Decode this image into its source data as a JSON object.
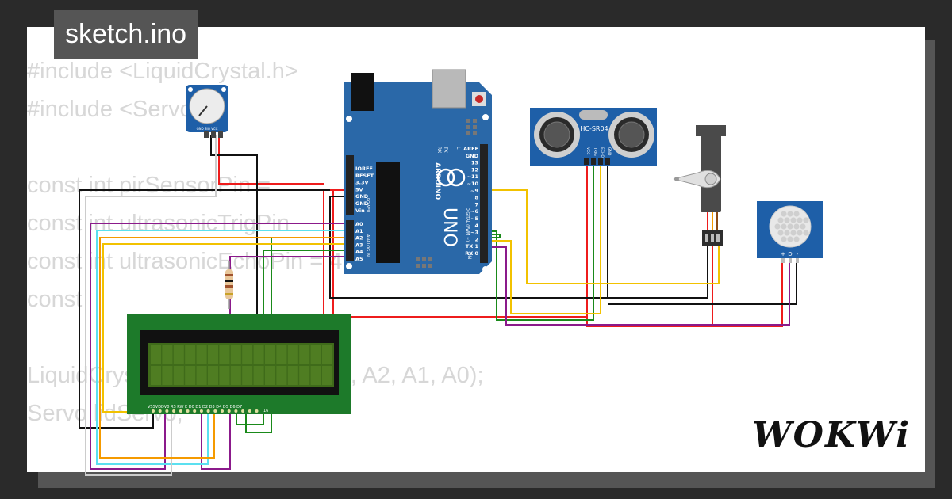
{
  "file_tab": {
    "label": "sketch.ino"
  },
  "code_lines": [
    "#include <LiquidCrystal.h>",
    "#include <Servo.h>",
    "",
    "const int pirSensorPin = ",
    "const int ultrasonicTrigPin",
    "const int ultrasonicEchoPin = 4;",
    "const",
    "",
    "LiquidCrystal lcd(A5, A4, A3, A3, A2, A1, A0);",
    "Servo lidServo;"
  ],
  "brand": {
    "logo": "WOKWi"
  },
  "components": {
    "arduino": {
      "name": "ARDUINO",
      "model": "UNO",
      "on_label": "ON",
      "tx": "TX",
      "rx": "RX",
      "l": "L",
      "power_pins": [
        "IOREF",
        "RESET",
        "3.3V",
        "5V",
        "GND",
        "GND",
        "Vin"
      ],
      "analog_pins": [
        "A0",
        "A1",
        "A2",
        "A3",
        "A4",
        "A5"
      ],
      "digital_pins": [
        "AREF",
        "GND",
        "13",
        "12",
        "~11",
        "~10",
        "~9",
        "8",
        "7",
        "~6",
        "~5",
        "4",
        "~3",
        "2",
        "TX 1",
        "RX 0"
      ],
      "power_label": "POWER",
      "analog_label": "ANALOG IN",
      "digital_label": "DIGITAL (PWM ~)"
    },
    "ultrasonic": {
      "label": "HC-SR04",
      "pins": [
        "VCC",
        "TRIG",
        "ECHO",
        "GND"
      ]
    },
    "pir": {
      "pins": [
        "+",
        "D",
        "-"
      ]
    },
    "lcd": {
      "pin_labels": "VSSVDDV0 RS RW E  D0 D1 D2 D3 D4 D5 D6 D7",
      "pin_16": "16"
    },
    "potentiometer": {
      "pins": "GND SIG VCC"
    }
  },
  "colors": {
    "wire_red": "#ee1c1c",
    "wire_black": "#111111",
    "wire_green": "#1a8a1a",
    "wire_yellow": "#f2c200",
    "wire_purple": "#8b1a8b",
    "wire_cyan": "#5be0f0",
    "wire_orange": "#f59a00"
  }
}
